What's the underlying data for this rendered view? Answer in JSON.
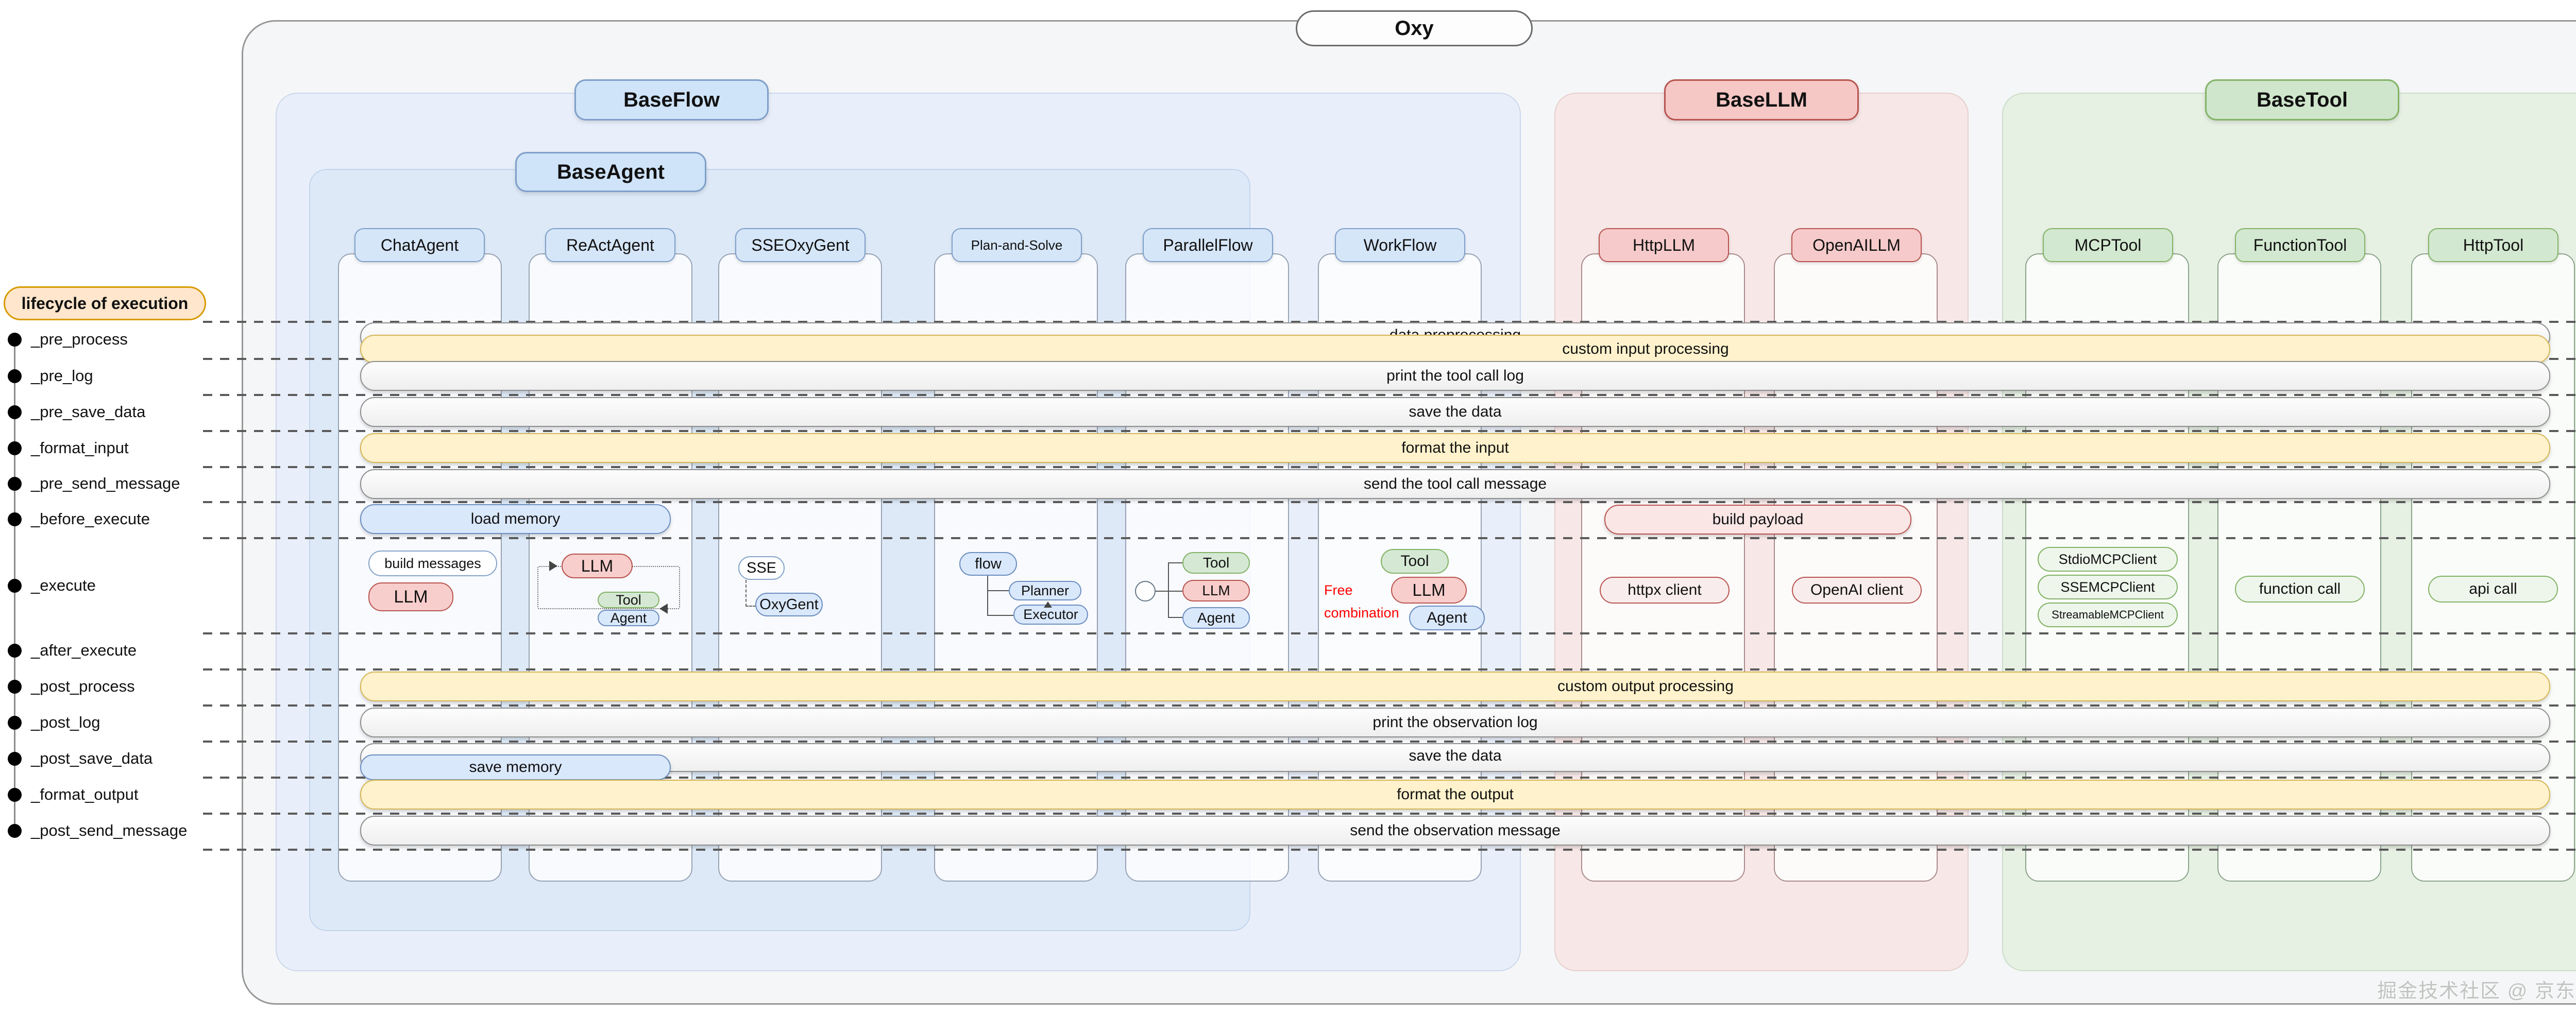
{
  "title": "Oxy",
  "watermark": "掘金技术社区 @ 京东零售技术",
  "lifecycle": {
    "title": "lifecycle of execution",
    "items": [
      "_pre_process",
      "_pre_log",
      "_pre_save_data",
      "_format_input",
      "_pre_send_message",
      "_before_execute",
      "_execute",
      "_after_execute",
      "_post_process",
      "_post_log",
      "_post_save_data",
      "_format_output",
      "_post_send_message"
    ]
  },
  "groups": {
    "baseflow": "BaseFlow",
    "baseagent": "BaseAgent",
    "basellm": "BaseLLM",
    "basetool": "BaseTool"
  },
  "columns": [
    {
      "label": "ChatAgent"
    },
    {
      "label": "ReActAgent"
    },
    {
      "label": "SSEOxyGent"
    },
    {
      "label": "Plan-and-Solve"
    },
    {
      "label": "ParallelFlow"
    },
    {
      "label": "WorkFlow"
    },
    {
      "label": "HttpLLM"
    },
    {
      "label": "OpenAILLM"
    },
    {
      "label": "MCPTool"
    },
    {
      "label": "FunctionTool"
    },
    {
      "label": "HttpTool"
    }
  ],
  "bands": {
    "data_preprocessing": "data preprocessing",
    "custom_input_processing": "custom input processing",
    "print_tool_call_log": "print the tool call log",
    "save_the_data_pre": "save the data",
    "format_the_input": "format the input",
    "send_tool_call_message": "send the tool call message",
    "load_memory": "load memory",
    "build_payload": "build payload",
    "custom_output_processing": "custom output processing",
    "print_observation_log": "print the observation log",
    "save_the_data_post": "save the data",
    "save_memory": "save memory",
    "format_the_output": "format the output",
    "send_observation_message": "send the observation message"
  },
  "internals": {
    "chatagent": {
      "build_messages": "build messages",
      "llm": "LLM"
    },
    "reactagent": {
      "llm": "LLM",
      "tool": "Tool",
      "agent": "Agent"
    },
    "sseoxygent": {
      "sse": "SSE",
      "oxygent": "OxyGent"
    },
    "planandsolve": {
      "flow": "flow",
      "planner": "Planner",
      "executor": "Executor"
    },
    "parallelflow": {
      "tool": "Tool",
      "llm": "LLM",
      "agent": "Agent"
    },
    "workflow": {
      "note_line1": "Free",
      "note_line2": "combination",
      "tool": "Tool",
      "llm": "LLM",
      "agent": "Agent"
    },
    "httpllm": {
      "client": "httpx client"
    },
    "openaillm": {
      "client": "OpenAI client"
    },
    "mcptool": {
      "client1": "StdioMCPClient",
      "client2": "SSEMCPClient",
      "client3": "StreamableMCPClient"
    },
    "functiontool": {
      "call": "function call"
    },
    "httptool": {
      "call": "api call"
    }
  },
  "colors": {
    "agent_accent": "#dae8fc",
    "agent_border": "#6c8ebf",
    "llm_accent": "#f8cecc",
    "llm_border": "#b85450",
    "tool_accent": "#d5e8d4",
    "tool_border": "#82b366",
    "yellow_band": "#fff2cc",
    "yellow_band_border": "#d6b656",
    "lifecycle_pill": "#ffe6cc",
    "lifecycle_pill_border": "#d79b00",
    "free_combination_text": "#ff0000"
  }
}
